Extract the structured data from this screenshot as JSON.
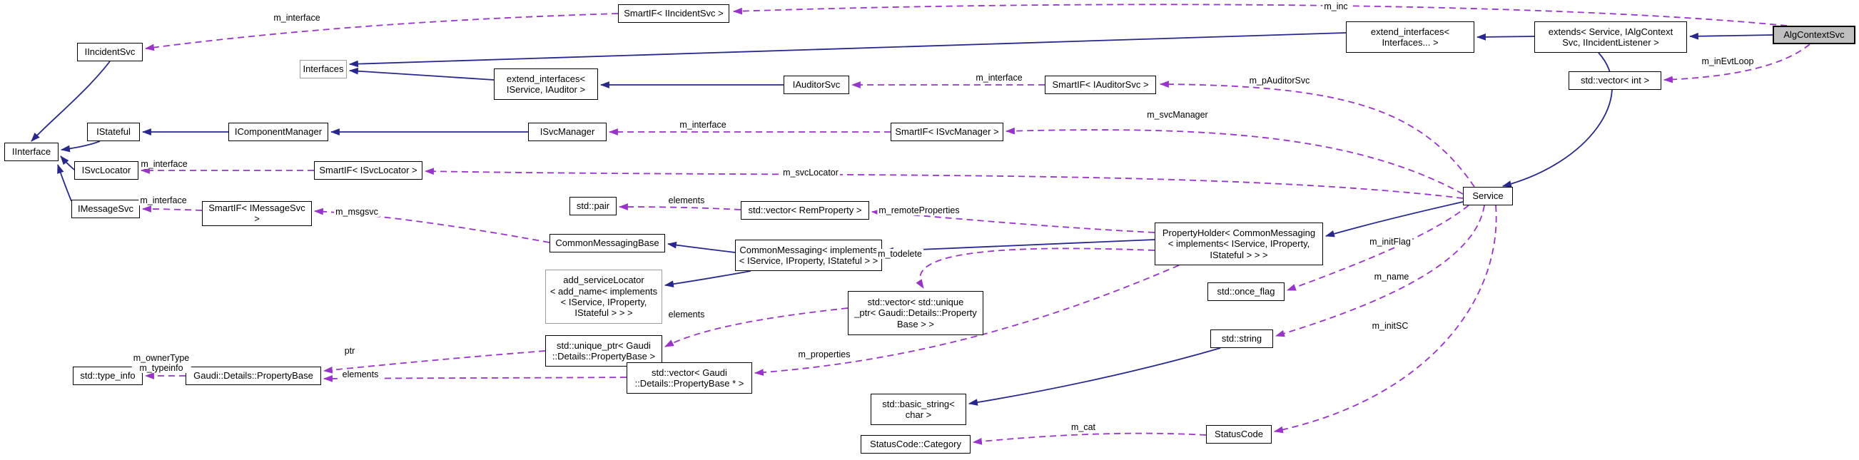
{
  "diagram": {
    "type": "class-collaboration-graph",
    "colors": {
      "inherit_edge": "#27278f",
      "usage_edge": "#9a32cd",
      "highlight_fill": "#bfbfbf",
      "template_border": "#9e9e9e",
      "node_border": "#000000",
      "background": "#ffffff"
    },
    "nodes": [
      {
        "id": "iinterface",
        "kind": "class",
        "label": "IInterface"
      },
      {
        "id": "iincidentsvc",
        "kind": "class",
        "label": "IIncidentSvc"
      },
      {
        "id": "istateful",
        "kind": "class",
        "label": "IStateful"
      },
      {
        "id": "isvclocator",
        "kind": "class",
        "label": "ISvcLocator"
      },
      {
        "id": "imessagesvc",
        "kind": "class",
        "label": "IMessageSvc"
      },
      {
        "id": "type_info",
        "kind": "class",
        "label": "std::type_info"
      },
      {
        "id": "interfaces",
        "kind": "template",
        "label": "Interfaces"
      },
      {
        "id": "icomponentmanager",
        "kind": "class",
        "label": "IComponentManager"
      },
      {
        "id": "smartif_isvclocator",
        "kind": "class",
        "label": "SmartIF< ISvcLocator >"
      },
      {
        "id": "smartif_imessagesvc",
        "kind": "class",
        "label": "SmartIF< IMessageSvc >"
      },
      {
        "id": "smartif_iincidentsvc",
        "kind": "class",
        "label": "SmartIF< IIncidentSvc >"
      },
      {
        "id": "ext_iservice_iauditor",
        "kind": "class",
        "label": "extend_interfaces<\nIService, IAuditor >"
      },
      {
        "id": "isvcmanager",
        "kind": "class",
        "label": "ISvcManager"
      },
      {
        "id": "commonmessagingbase",
        "kind": "class",
        "label": "CommonMessagingBase"
      },
      {
        "id": "std_pair",
        "kind": "class",
        "label": "std::pair"
      },
      {
        "id": "add_servicelocator",
        "kind": "template",
        "label": "add_serviceLocator\n< add_name< implements\n< IService, IProperty,\nIStateful > > >"
      },
      {
        "id": "unique_ptr",
        "kind": "class",
        "label": "std::unique_ptr< Gaudi\n::Details::PropertyBase >"
      },
      {
        "id": "propertybase",
        "kind": "class",
        "label": "Gaudi::Details::PropertyBase"
      },
      {
        "id": "iauditorsvc",
        "kind": "class",
        "label": "IAuditorSvc"
      },
      {
        "id": "smartif_iauditorsvc",
        "kind": "class",
        "label": "SmartIF< IAuditorSvc >"
      },
      {
        "id": "smartif_isvcmanager",
        "kind": "class",
        "label": "SmartIF< ISvcManager >"
      },
      {
        "id": "vector_remproperty",
        "kind": "class",
        "label": "std::vector< RemProperty >"
      },
      {
        "id": "commonmessaging",
        "kind": "class",
        "label": "CommonMessaging< implements\n< IService, IProperty, IStateful > >"
      },
      {
        "id": "vector_unique_ptr",
        "kind": "class",
        "label": "std::vector< std::unique\n_ptr< Gaudi::Details::Property\nBase > >"
      },
      {
        "id": "vector_propertybase_ptr",
        "kind": "class",
        "label": "std::vector< Gaudi\n::Details::PropertyBase * >"
      },
      {
        "id": "basic_string",
        "kind": "class",
        "label": "std::basic_string<\nchar >"
      },
      {
        "id": "statuscode_category",
        "kind": "class",
        "label": "StatusCode::Category"
      },
      {
        "id": "statuscode",
        "kind": "class",
        "label": "StatusCode"
      },
      {
        "id": "std_string",
        "kind": "class",
        "label": "std::string"
      },
      {
        "id": "once_flag",
        "kind": "class",
        "label": "std::once_flag"
      },
      {
        "id": "propertyholder",
        "kind": "class",
        "label": "PropertyHolder< CommonMessaging\n< implements< IService, IProperty,\nIStateful > > >"
      },
      {
        "id": "service",
        "kind": "class",
        "label": "Service"
      },
      {
        "id": "ext_interfaces",
        "kind": "class",
        "label": "extend_interfaces<\nInterfaces... >"
      },
      {
        "id": "extends_node",
        "kind": "class",
        "label": "extends< Service, IAlgContext\nSvc, IIncidentListener >"
      },
      {
        "id": "algcontextsvc",
        "kind": "highlight",
        "label": "AlgContextSvc"
      },
      {
        "id": "vector_int",
        "kind": "class",
        "label": "std::vector< int >"
      }
    ],
    "edges": [
      {
        "from": "iincidentsvc",
        "to": "iinterface",
        "kind": "inherit"
      },
      {
        "from": "istateful",
        "to": "iinterface",
        "kind": "inherit"
      },
      {
        "from": "isvclocator",
        "to": "iinterface",
        "kind": "inherit"
      },
      {
        "from": "imessagesvc",
        "to": "iinterface",
        "kind": "inherit"
      },
      {
        "from": "ext_interfaces",
        "to": "interfaces",
        "kind": "inherit"
      },
      {
        "from": "ext_iservice_iauditor",
        "to": "interfaces",
        "kind": "inherit"
      },
      {
        "from": "icomponentmanager",
        "to": "istateful",
        "kind": "inherit"
      },
      {
        "from": "isvcmanager",
        "to": "icomponentmanager",
        "kind": "inherit"
      },
      {
        "from": "iauditorsvc",
        "to": "ext_iservice_iauditor",
        "kind": "inherit"
      },
      {
        "from": "service",
        "to": "propertyholder",
        "kind": "inherit"
      },
      {
        "from": "propertyholder",
        "to": "commonmessaging",
        "kind": "inherit"
      },
      {
        "from": "commonmessaging",
        "to": "commonmessagingbase",
        "kind": "inherit"
      },
      {
        "from": "commonmessaging",
        "to": "add_servicelocator",
        "kind": "inherit"
      },
      {
        "from": "extends_node",
        "to": "ext_interfaces",
        "kind": "inherit"
      },
      {
        "from": "algcontextsvc",
        "to": "extends_node",
        "kind": "inherit"
      },
      {
        "from": "extends_node",
        "to": "service",
        "kind": "inherit"
      },
      {
        "from": "std_string",
        "to": "basic_string",
        "kind": "inherit"
      },
      {
        "from": "smartif_iincidentsvc",
        "to": "iincidentsvc",
        "kind": "use",
        "label": "m_interface"
      },
      {
        "from": "algcontextsvc",
        "to": "smartif_iincidentsvc",
        "kind": "use",
        "label": "m_inc"
      },
      {
        "from": "smartif_iauditorsvc",
        "to": "iauditorsvc",
        "kind": "use",
        "label": "m_interface"
      },
      {
        "from": "service",
        "to": "smartif_iauditorsvc",
        "kind": "use",
        "label": "m_pAuditorSvc"
      },
      {
        "from": "smartif_isvcmanager",
        "to": "isvcmanager",
        "kind": "use",
        "label": "m_interface"
      },
      {
        "from": "service",
        "to": "smartif_isvcmanager",
        "kind": "use",
        "label": "m_svcManager"
      },
      {
        "from": "smartif_isvclocator",
        "to": "isvclocator",
        "kind": "use",
        "label": "m_interface"
      },
      {
        "from": "service",
        "to": "smartif_isvclocator",
        "kind": "use",
        "label": "m_svcLocator"
      },
      {
        "from": "smartif_imessagesvc",
        "to": "imessagesvc",
        "kind": "use",
        "label": "m_interface"
      },
      {
        "from": "commonmessagingbase",
        "to": "smartif_imessagesvc",
        "kind": "use",
        "label": "m_msgsvc"
      },
      {
        "from": "vector_remproperty",
        "to": "std_pair",
        "kind": "use",
        "label": "elements"
      },
      {
        "from": "propertyholder",
        "to": "vector_remproperty",
        "kind": "use",
        "label": "m_remoteProperties"
      },
      {
        "from": "propertyholder",
        "to": "vector_unique_ptr",
        "kind": "use",
        "label": "m_todelete"
      },
      {
        "from": "vector_unique_ptr",
        "to": "unique_ptr",
        "kind": "use",
        "label": "elements"
      },
      {
        "from": "unique_ptr",
        "to": "propertybase",
        "kind": "use",
        "label": "ptr"
      },
      {
        "from": "vector_propertybase_ptr",
        "to": "propertybase",
        "kind": "use",
        "label": "elements"
      },
      {
        "from": "propertyholder",
        "to": "vector_propertybase_ptr",
        "kind": "use",
        "label": "m_properties"
      },
      {
        "from": "propertybase",
        "to": "type_info",
        "kind": "use",
        "label": "m_ownerType\nm_typeinfo"
      },
      {
        "from": "service",
        "to": "once_flag",
        "kind": "use",
        "label": "m_initFlag"
      },
      {
        "from": "service",
        "to": "std_string",
        "kind": "use",
        "label": "m_name"
      },
      {
        "from": "service",
        "to": "statuscode",
        "kind": "use",
        "label": "m_initSC"
      },
      {
        "from": "statuscode",
        "to": "statuscode_category",
        "kind": "use",
        "label": "m_cat"
      },
      {
        "from": "algcontextsvc",
        "to": "vector_int",
        "kind": "use",
        "label": "m_inEvtLoop"
      }
    ]
  }
}
